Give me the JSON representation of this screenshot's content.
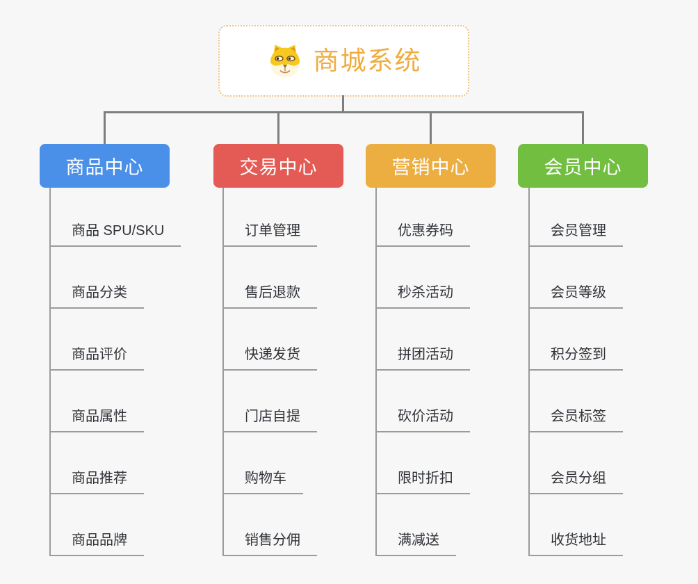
{
  "root": {
    "title": "商城系统",
    "icon": "doge-icon"
  },
  "branches": [
    {
      "label": "商品中心",
      "color": "#4a8fe8",
      "items": [
        "商品 SPU/SKU",
        "商品分类",
        "商品评价",
        "商品属性",
        "商品推荐",
        "商品品牌"
      ]
    },
    {
      "label": "交易中心",
      "color": "#e45b55",
      "items": [
        "订单管理",
        "售后退款",
        "快递发货",
        "门店自提",
        "购物车",
        "销售分佣"
      ]
    },
    {
      "label": "营销中心",
      "color": "#edae41",
      "items": [
        "优惠券码",
        "秒杀活动",
        "拼团活动",
        "砍价活动",
        "限时折扣",
        "满减送"
      ]
    },
    {
      "label": "会员中心",
      "color": "#72be41",
      "items": [
        "会员管理",
        "会员等级",
        "积分签到",
        "会员标签",
        "会员分组",
        "收货地址"
      ]
    }
  ],
  "colors": {
    "background": "#f7f7f7",
    "connector": "#7e7e7e",
    "leaf_line": "#9b9b9b",
    "leaf_text": "#2f3237",
    "root_text": "#f0ac41",
    "root_border": "#efc17e"
  }
}
